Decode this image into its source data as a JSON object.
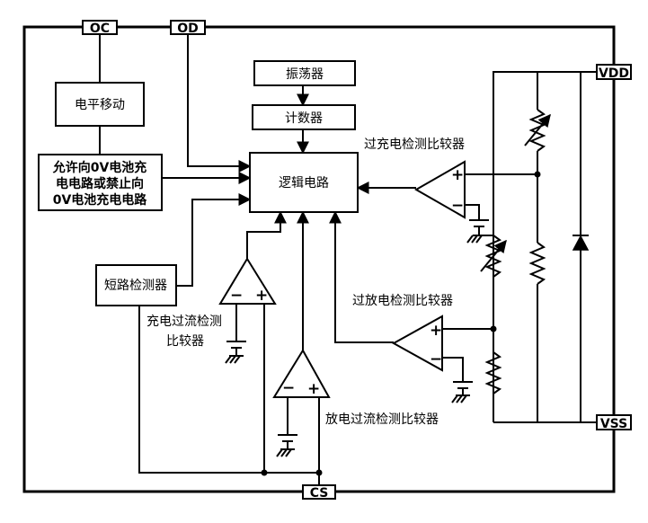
{
  "pins": {
    "oc": "OC",
    "od": "OD",
    "vdd": "VDD",
    "vss": "VSS",
    "cs": "CS"
  },
  "blocks": {
    "level_shift": "电平移动",
    "charge_enable": [
      "允许向0V电池充",
      "电电路或禁止向",
      "0V电池充电电路"
    ],
    "oscillator": "振荡器",
    "counter": "计数器",
    "logic": "逻辑电路",
    "short_detect": "短路检测器"
  },
  "comparators": {
    "overcharge": "过充电检测比较器",
    "overdischarge": "过放电检测比较器",
    "charge_overcurrent": [
      "充电过流检测",
      "比较器"
    ],
    "discharge_overcurrent": "放电过流检测比较器"
  },
  "signs": {
    "plus": "+",
    "minus": "−"
  }
}
